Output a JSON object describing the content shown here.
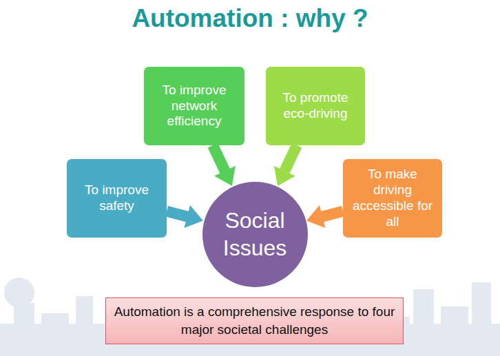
{
  "diagram": {
    "title": "Automation : why ?",
    "caption": "Automation is a comprehensive response to four major societal challenges",
    "nodes": [
      {
        "text": [
          "To improve network efficiency"
        ]
      },
      {
        "text": [
          "To promote eco-driving"
        ]
      },
      {
        "text": [
          "To improve safety"
        ]
      },
      {
        "text": [
          "Social Issues"
        ]
      },
      {
        "text": [
          "To make driving accessible for all"
        ]
      }
    ],
    "edges": [
      {
        "from": 2,
        "to": 3,
        "arrow": "to"
      },
      {
        "from": 0,
        "to": 3,
        "arrow": "to"
      },
      {
        "from": 1,
        "to": 3,
        "arrow": "to"
      },
      {
        "from": 4,
        "to": 3,
        "arrow": "to"
      }
    ]
  }
}
